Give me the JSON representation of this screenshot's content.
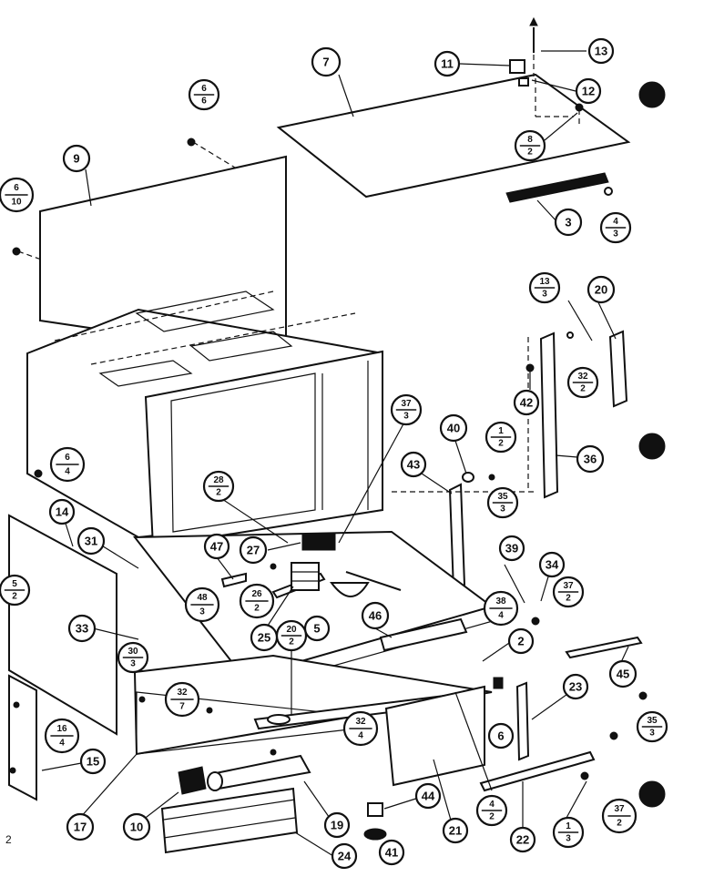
{
  "callouts": [
    {
      "id": "c7",
      "label": "7"
    },
    {
      "id": "c11",
      "label": "11"
    },
    {
      "id": "c13",
      "label": "13"
    },
    {
      "id": "c12",
      "label": "12"
    },
    {
      "id": "c8-2",
      "num": "8",
      "den": "2"
    },
    {
      "id": "c3",
      "label": "3"
    },
    {
      "id": "c4-3",
      "num": "4",
      "den": "3"
    },
    {
      "id": "c6-6",
      "num": "6",
      "den": "6"
    },
    {
      "id": "c9",
      "label": "9"
    },
    {
      "id": "c6-10",
      "num": "6",
      "den": "10"
    },
    {
      "id": "c13-3",
      "num": "13",
      "den": "3"
    },
    {
      "id": "c20",
      "label": "20"
    },
    {
      "id": "c32-2a",
      "num": "32",
      "den": "2"
    },
    {
      "id": "c42",
      "label": "42"
    },
    {
      "id": "c36",
      "label": "36"
    },
    {
      "id": "c37-3",
      "num": "37",
      "den": "3"
    },
    {
      "id": "c40",
      "label": "40"
    },
    {
      "id": "c1-2",
      "num": "1",
      "den": "2"
    },
    {
      "id": "c43",
      "label": "43"
    },
    {
      "id": "c35-3a",
      "num": "35",
      "den": "3"
    },
    {
      "id": "c6-4",
      "num": "6",
      "den": "4"
    },
    {
      "id": "c28-2",
      "num": "28",
      "den": "2"
    },
    {
      "id": "c14",
      "label": "14"
    },
    {
      "id": "c31",
      "label": "31"
    },
    {
      "id": "c47",
      "label": "47"
    },
    {
      "id": "c27",
      "label": "27"
    },
    {
      "id": "c39",
      "label": "39"
    },
    {
      "id": "c34",
      "label": "34"
    },
    {
      "id": "c37-2a",
      "num": "37",
      "den": "2"
    },
    {
      "id": "c5-2",
      "num": "5",
      "den": "2"
    },
    {
      "id": "c48-3",
      "num": "48",
      "den": "3"
    },
    {
      "id": "c26-2",
      "num": "26",
      "den": "2"
    },
    {
      "id": "c38-4",
      "num": "38",
      "den": "4"
    },
    {
      "id": "c33",
      "label": "33"
    },
    {
      "id": "c25",
      "label": "25"
    },
    {
      "id": "c5",
      "label": "5"
    },
    {
      "id": "c46",
      "label": "46"
    },
    {
      "id": "c2",
      "label": "2"
    },
    {
      "id": "c20-2",
      "num": "20",
      "den": "2"
    },
    {
      "id": "c30-3",
      "num": "30",
      "den": "3"
    },
    {
      "id": "c45",
      "label": "45"
    },
    {
      "id": "c32-7",
      "num": "32",
      "den": "7"
    },
    {
      "id": "c23",
      "label": "23"
    },
    {
      "id": "c32-4",
      "num": "32",
      "den": "4"
    },
    {
      "id": "c6",
      "label": "6"
    },
    {
      "id": "c35-3b",
      "num": "35",
      "den": "3"
    },
    {
      "id": "c16-4",
      "num": "16",
      "den": "4"
    },
    {
      "id": "c15",
      "label": "15"
    },
    {
      "id": "c4-2",
      "num": "4",
      "den": "2"
    },
    {
      "id": "c37-2b",
      "num": "37",
      "den": "2"
    },
    {
      "id": "c44",
      "label": "44"
    },
    {
      "id": "c17",
      "label": "17"
    },
    {
      "id": "c10",
      "label": "10"
    },
    {
      "id": "c19",
      "label": "19"
    },
    {
      "id": "c21",
      "label": "21"
    },
    {
      "id": "c22",
      "label": "22"
    },
    {
      "id": "c1-3",
      "num": "1",
      "den": "3"
    },
    {
      "id": "c24",
      "label": "24"
    },
    {
      "id": "c41",
      "label": "41"
    }
  ],
  "margin_mark": "2"
}
